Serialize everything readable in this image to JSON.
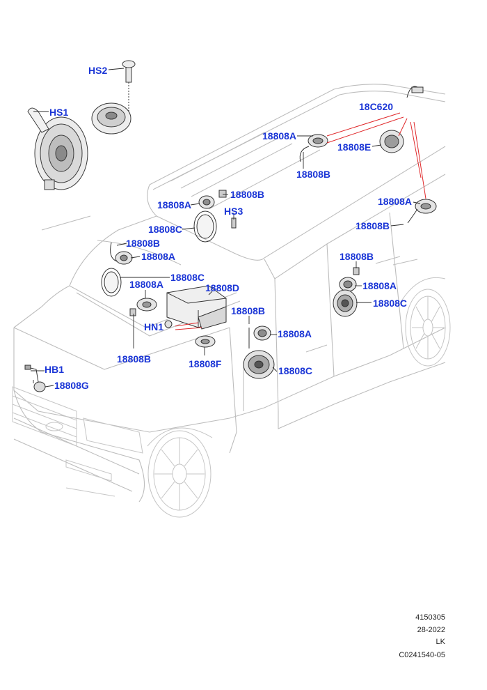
{
  "callouts": {
    "hs2": "HS2",
    "hs1": "HS1",
    "c18c620": "18C620",
    "a_roof_center": "18808A",
    "e_roof": "18808E",
    "b_roof_center": "18808B",
    "b_front_roof": "18808B",
    "a_front_roof": "18808A",
    "hs3": "HS3",
    "c_front_roof": "18808C",
    "a_rear_right": "18808A",
    "b_rear_right": "18808B",
    "b_dash_left": "18808B",
    "a_dash_left": "18808A",
    "c_front_door": "18808C",
    "a_center": "18808A",
    "d_amp": "18808D",
    "hn1": "HN1",
    "b_dash_lower": "18808B",
    "b_rear_door": "18808B",
    "a_rear_door": "18808A",
    "c_rear_door": "18808C",
    "b_front_door": "18808B",
    "a_front_door": "18808A",
    "c_front_door_low": "18808C",
    "f_sub": "18808F",
    "hb1": "HB1",
    "g_horn": "18808G"
  },
  "reference": {
    "line1": "4150305",
    "line2": "28-2022",
    "line3": "LK",
    "line4": "C0241540-05"
  },
  "colors": {
    "callout": "#1a35d6",
    "leader_red": "#e0282a",
    "outline": "#b8b8b8",
    "part": "#3a3a3a"
  }
}
